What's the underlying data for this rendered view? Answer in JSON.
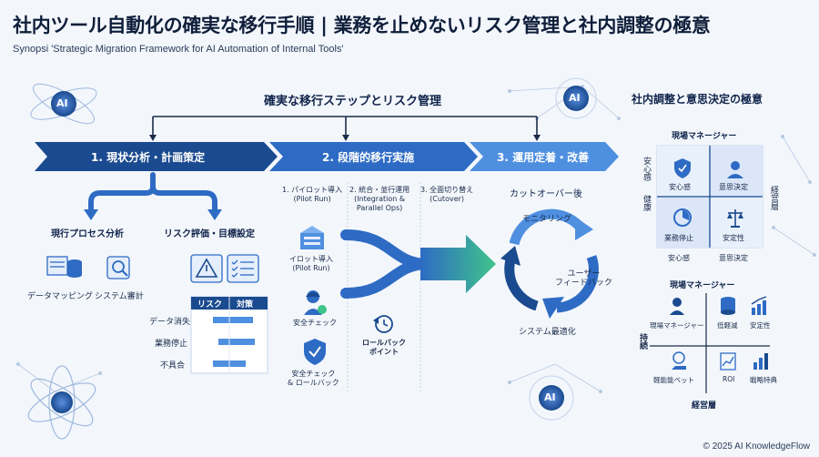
{
  "header": {
    "title": "社内ツール自動化の確実な移行手順 | 業務を止めないリスク管理と社内調整の極意",
    "subtitle": "Synopsi 'Strategic Migration Framework for AI Automation of Internal Tools'"
  },
  "steps_section": {
    "title": "確実な移行ステップとリスク管理"
  },
  "phases": [
    {
      "label": "1. 現状分析・計画策定"
    },
    {
      "label": "2. 段階的移行実施"
    },
    {
      "label": "3. 運用定着・改善"
    }
  ],
  "phase1": {
    "left_title": "現行プロセス分析",
    "right_title": "リスク評価・目標設定",
    "icons": [
      "データマッピング",
      "システム審計"
    ],
    "table": {
      "headers": [
        "リスク",
        "対策"
      ],
      "rows": [
        "データ消失",
        "業務停止",
        "不具合"
      ]
    }
  },
  "phase2": {
    "sub1": "1. パイロット導入\n(Pilot Run)",
    "sub2": "2. 統合・並行運用\n(Integration &\nParallel Ops)",
    "sub3": "3. 全面切り替え\n(Cutover)",
    "items": [
      "イロット導入\n(Pilot Run)",
      "安全チェック",
      "安全チェック\n& ロールバック"
    ],
    "rollback": "ロールバック\nポイント"
  },
  "phase3": {
    "title": "カットオーバー後",
    "cycle": [
      "モニタリング",
      "ユーザー\nフィードバック",
      "システム最適化"
    ]
  },
  "right": {
    "title": "社内調整と意思決定の極意",
    "matrix1": {
      "top": "現場マネージャー",
      "left_top": "安心感",
      "left_bottom": "健康",
      "right": "経営層",
      "cells": [
        "安心感",
        "意思決定",
        "業務停止",
        "安定性"
      ],
      "bottom": [
        "安心感",
        "意思決定"
      ]
    },
    "matrix2": {
      "top": "現場マネージャー",
      "left": "持続",
      "bottom": "経営層",
      "items": [
        "現場マネージャー",
        "低軽減",
        "安定性",
        "軽能能ベット",
        "ROI",
        "戦略特典"
      ]
    }
  },
  "ai_badges": [
    "AI",
    "AI",
    "AI"
  ],
  "footer": "© 2025 AI KnowledgeFlow",
  "colors": {
    "dark_blue": "#1a4a8f",
    "mid_blue": "#2e6bc4",
    "light_blue": "#4f8fe0",
    "green": "#3fc48a"
  }
}
